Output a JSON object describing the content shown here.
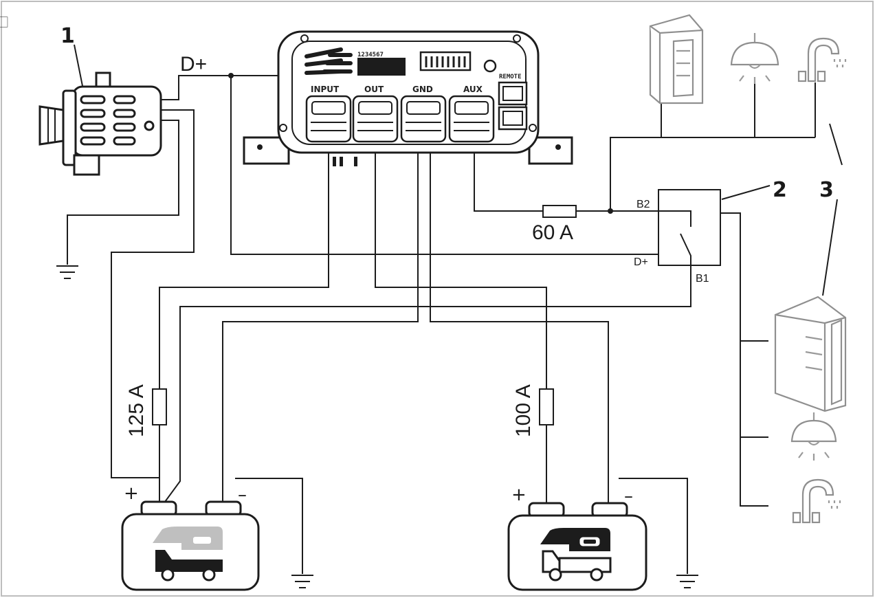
{
  "corner_mark": "⃞",
  "labels": {
    "dplus_top": "D+",
    "fuse_aux": "60 A",
    "fuse_start": "125 A",
    "fuse_leisure": "100 A",
    "relay_b2": "B2",
    "relay_dplus": "D+",
    "relay_b1": "B1",
    "callout_1": "1",
    "callout_2": "2",
    "callout_3": "3"
  },
  "dcdc": {
    "terminal_labels": [
      "INPUT",
      "OUT",
      "GND",
      "AUX"
    ],
    "dip_labels_top": "1234567",
    "side_label": "REMOTE"
  },
  "batteries": {
    "start": {
      "plus": "+",
      "minus": "–"
    },
    "leisure": {
      "plus": "+",
      "minus": "–"
    }
  }
}
